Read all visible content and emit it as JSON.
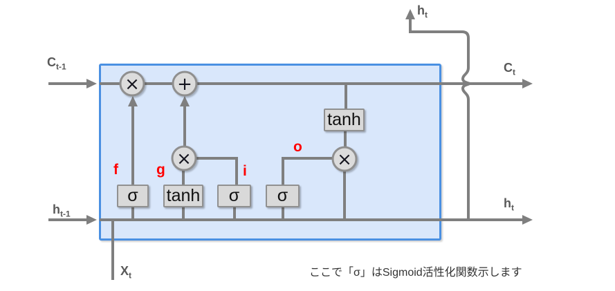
{
  "note": "ここで「σ」はSigmoid活性化関数示します",
  "colors": {
    "cell_border": "#4a90e2",
    "cell_fill": "#d9e7fb",
    "wire": "#7f7f7f",
    "node_fill": "#dcdcdc",
    "node_border": "#8f8f8f",
    "io_label": "#595959",
    "gate_tag": "#ff0000"
  },
  "io": {
    "cell_in": {
      "base": "C",
      "sub": "t-1"
    },
    "hidden_in": {
      "base": "h",
      "sub": "t-1"
    },
    "input": {
      "base": "X",
      "sub": "t"
    },
    "hidden_out_top": {
      "base": "h",
      "sub": "t"
    },
    "cell_out": {
      "base": "C",
      "sub": "t"
    },
    "hidden_out_right": {
      "base": "h",
      "sub": "t"
    }
  },
  "gates": {
    "forget": {
      "tag": "f",
      "label": "σ"
    },
    "cell": {
      "tag": "g",
      "label": "tanh"
    },
    "input": {
      "tag": "i",
      "label": "σ"
    },
    "output": {
      "tag": "o",
      "label": "σ"
    }
  },
  "cell_activation": {
    "label": "tanh"
  },
  "ops": {
    "multiply": "×",
    "add": "+"
  }
}
